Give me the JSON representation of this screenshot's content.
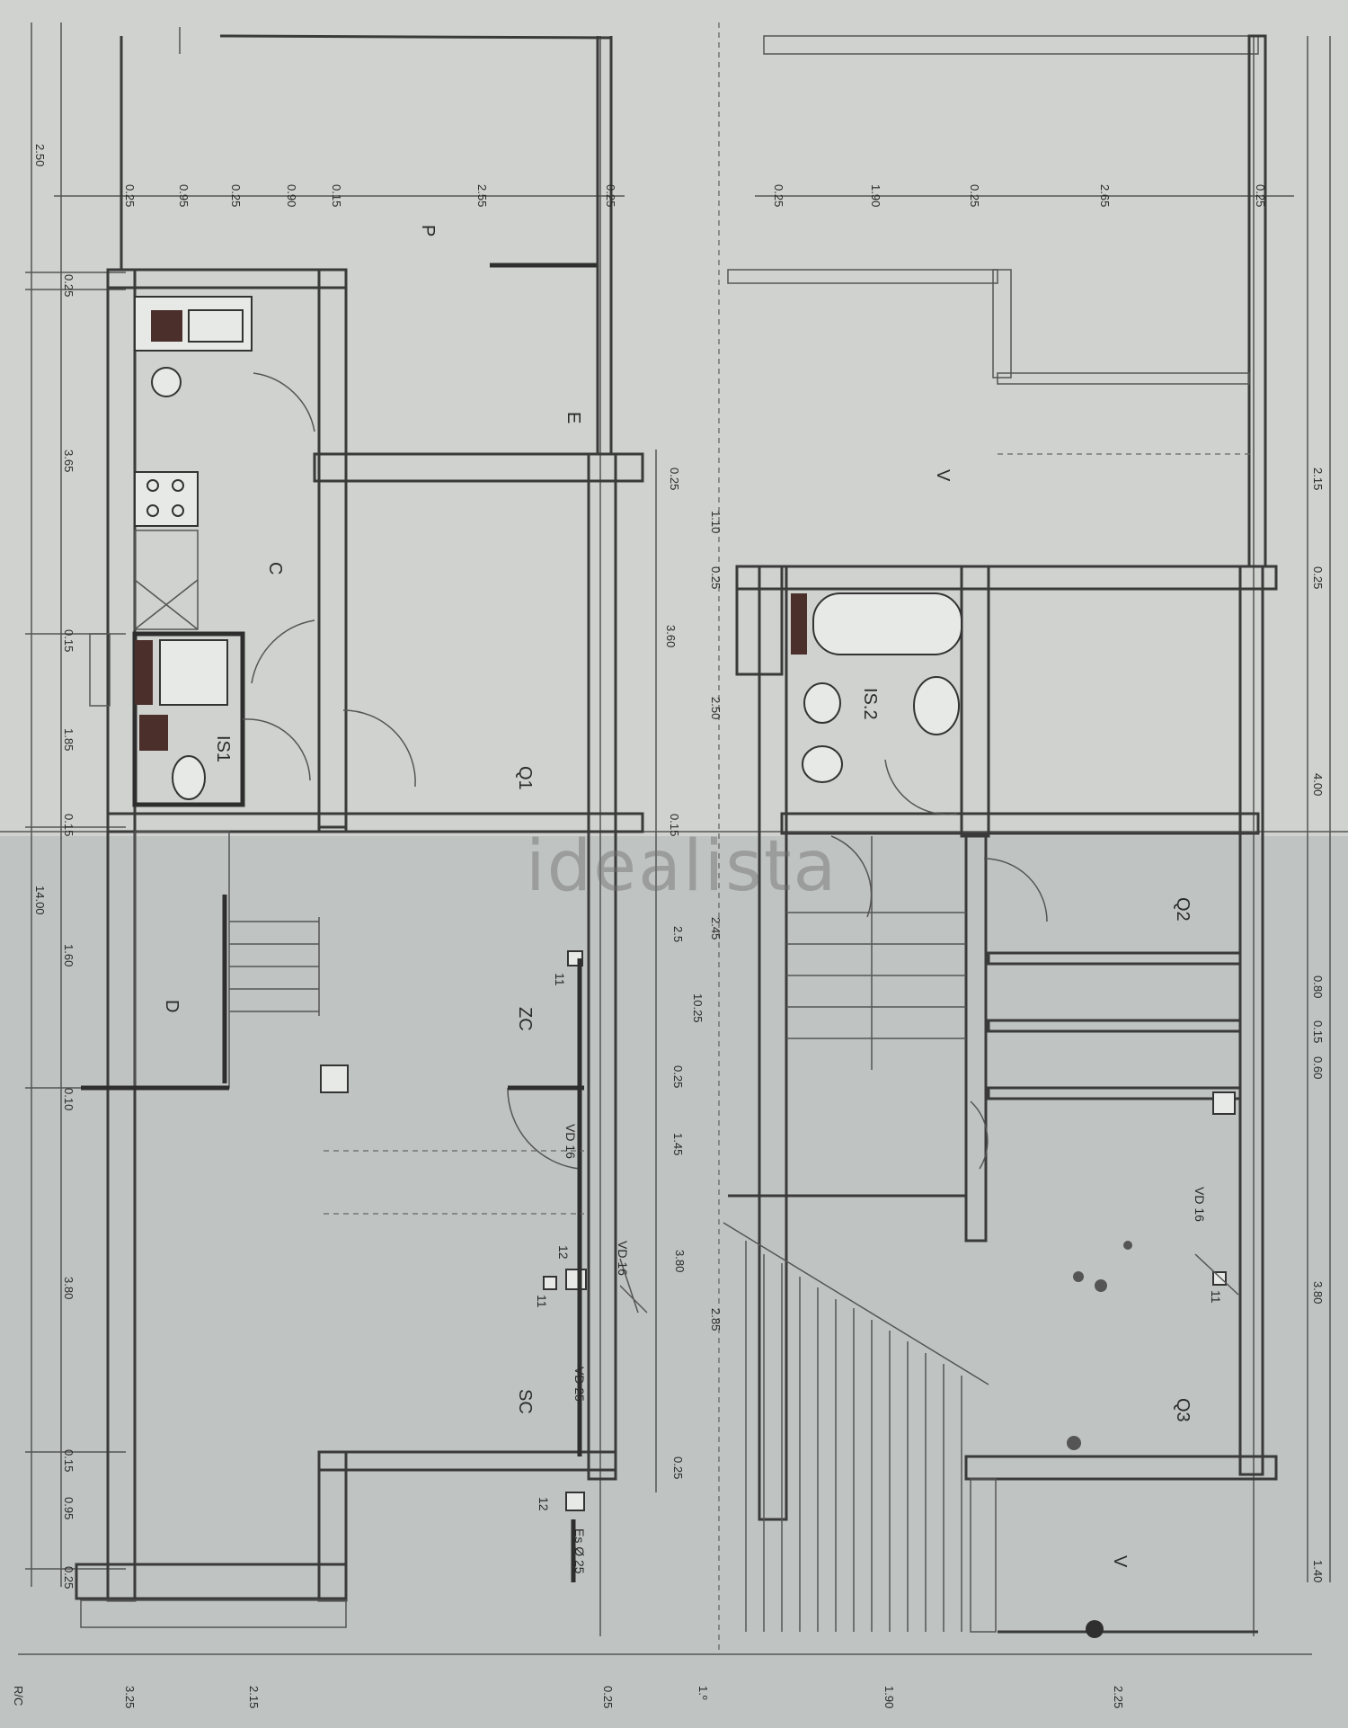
{
  "watermark": "idealista",
  "rooms": {
    "p": "P",
    "e": "E",
    "c": "C",
    "is1": "IS1",
    "q1": "Q1",
    "d": "D",
    "zc": "ZC",
    "sc": "SC",
    "v_top": "V",
    "is2": "IS.2",
    "q2": "Q2",
    "q3": "Q3",
    "v_bottom": "V"
  },
  "tags": {
    "t11a": "11",
    "t11b": "11",
    "t11c": "11",
    "t12a": "12",
    "t12b": "12",
    "vd16a": "VD 16",
    "vd16b": "VD 16",
    "vd25": "VD 25",
    "vd16c": "VD 16",
    "es": "Es Ø 25"
  },
  "dims": {
    "l250": "2.50",
    "l365": "3.65",
    "l015a": "0.15",
    "l185": "1.85",
    "l015b": "0.15",
    "l1400": "14.00",
    "l160": "1.60",
    "l010": "0.10",
    "l380": "3.80",
    "l015c": "0.15",
    "l095": "0.95",
    "l025": "0.25",
    "l025b": "0.25",
    "t025a": "0.25",
    "t095": "0.95",
    "t025b": "0.25",
    "t090": "0.90",
    "t015": "0.15",
    "t255": "2.55",
    "t025c": "0.25",
    "m025a": "0.25",
    "m110": "1.10",
    "m025b": "0.25",
    "m360": "3.60",
    "m250": "2.50",
    "m015": "0.15",
    "m245": "2.45",
    "m25": "2.5",
    "m1025": "10.25",
    "m025c": "0.25",
    "m145": "1.45",
    "m380": "3.80",
    "m285": "2.85",
    "m025d": "0.25",
    "r025a": "0.25",
    "r190": "1.90",
    "r025b": "0.25",
    "r265": "2.65",
    "r025c": "0.25",
    "rr215": "2.15",
    "rr025": "0.25",
    "rr400": "4.00",
    "rr080": "0.80",
    "rr015": "0.15",
    "rr060": "0.60",
    "rr380": "3.80",
    "rr140": "1.40",
    "b325": "3.25",
    "b215": "2.15",
    "b025": "0.25",
    "b190": "1.90",
    "b225": "2.25",
    "rc": "R/C",
    "one": "1.º"
  }
}
